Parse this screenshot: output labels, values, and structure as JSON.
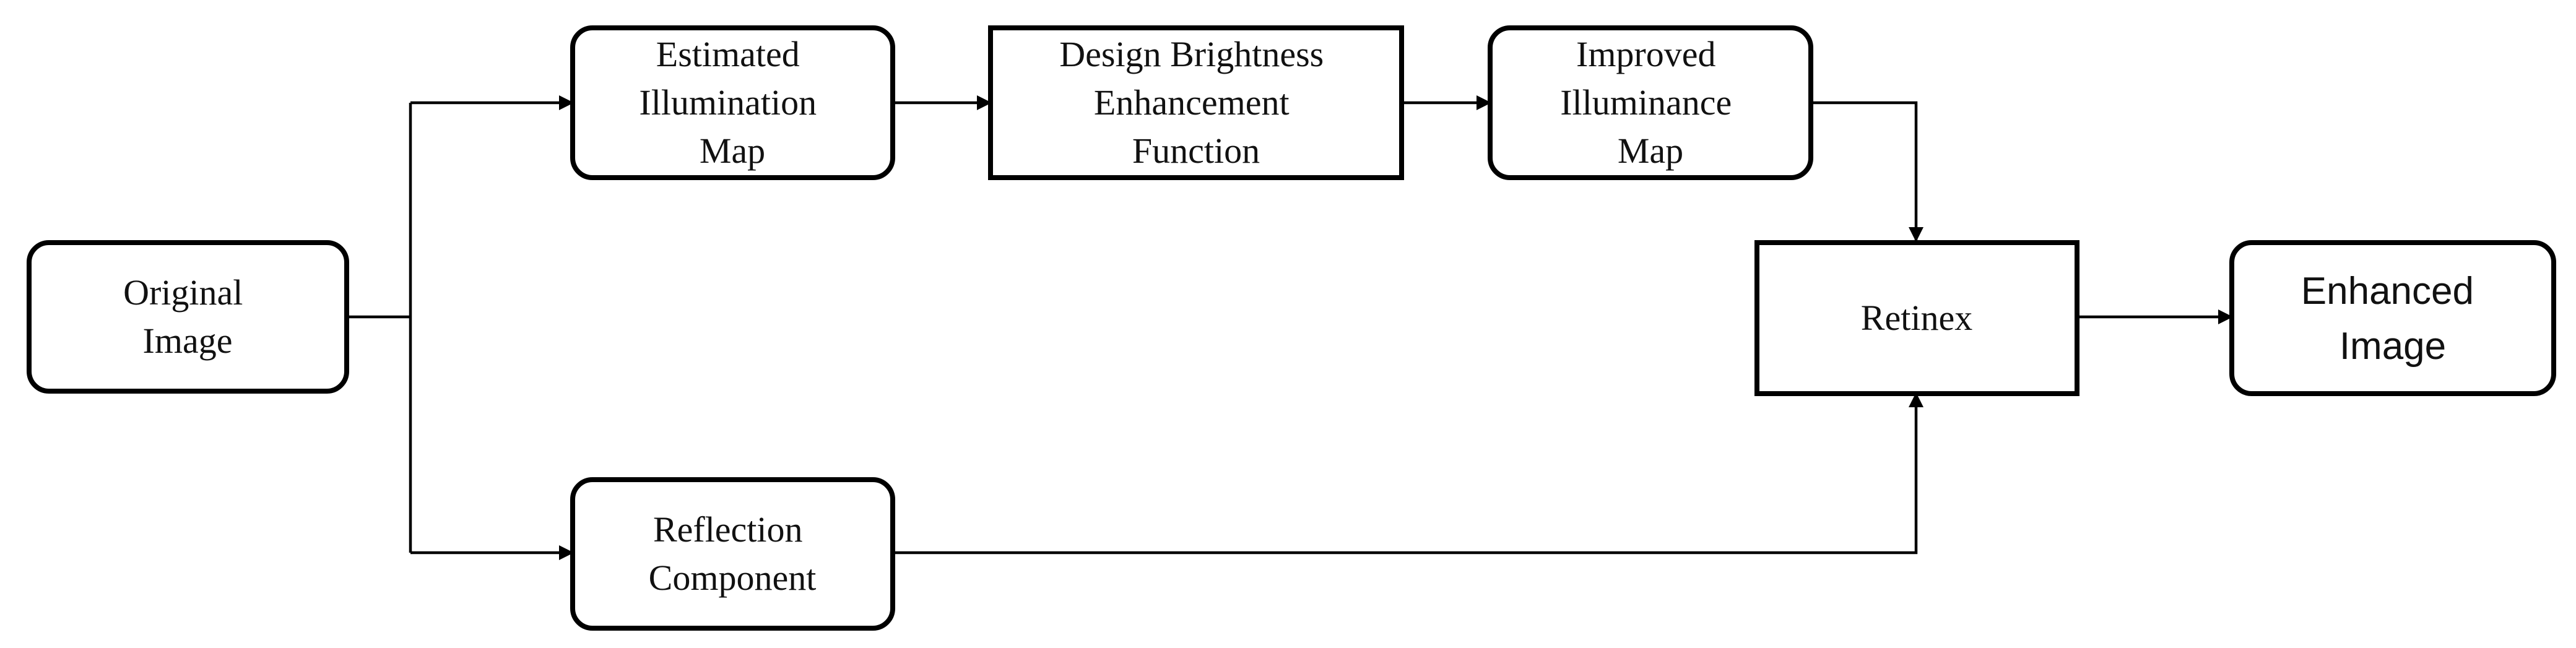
{
  "nodes": {
    "original_image": [
      "Original",
      "Image"
    ],
    "estimated_illumination_map": [
      "Estimated",
      "Illumination",
      "Map"
    ],
    "design_brightness_function": [
      "Design Brightness",
      "Enhancement",
      "Function"
    ],
    "improved_illuminance_map": [
      "Improved",
      "Illuminance",
      "Map"
    ],
    "reflection_component": [
      "Reflection",
      "Component"
    ],
    "retinex": [
      "Retinex"
    ],
    "enhanced_image": [
      "Enhanced",
      "Image"
    ]
  },
  "colors": {
    "stroke": "#000000",
    "text": "#111111",
    "background": "#ffffff"
  }
}
